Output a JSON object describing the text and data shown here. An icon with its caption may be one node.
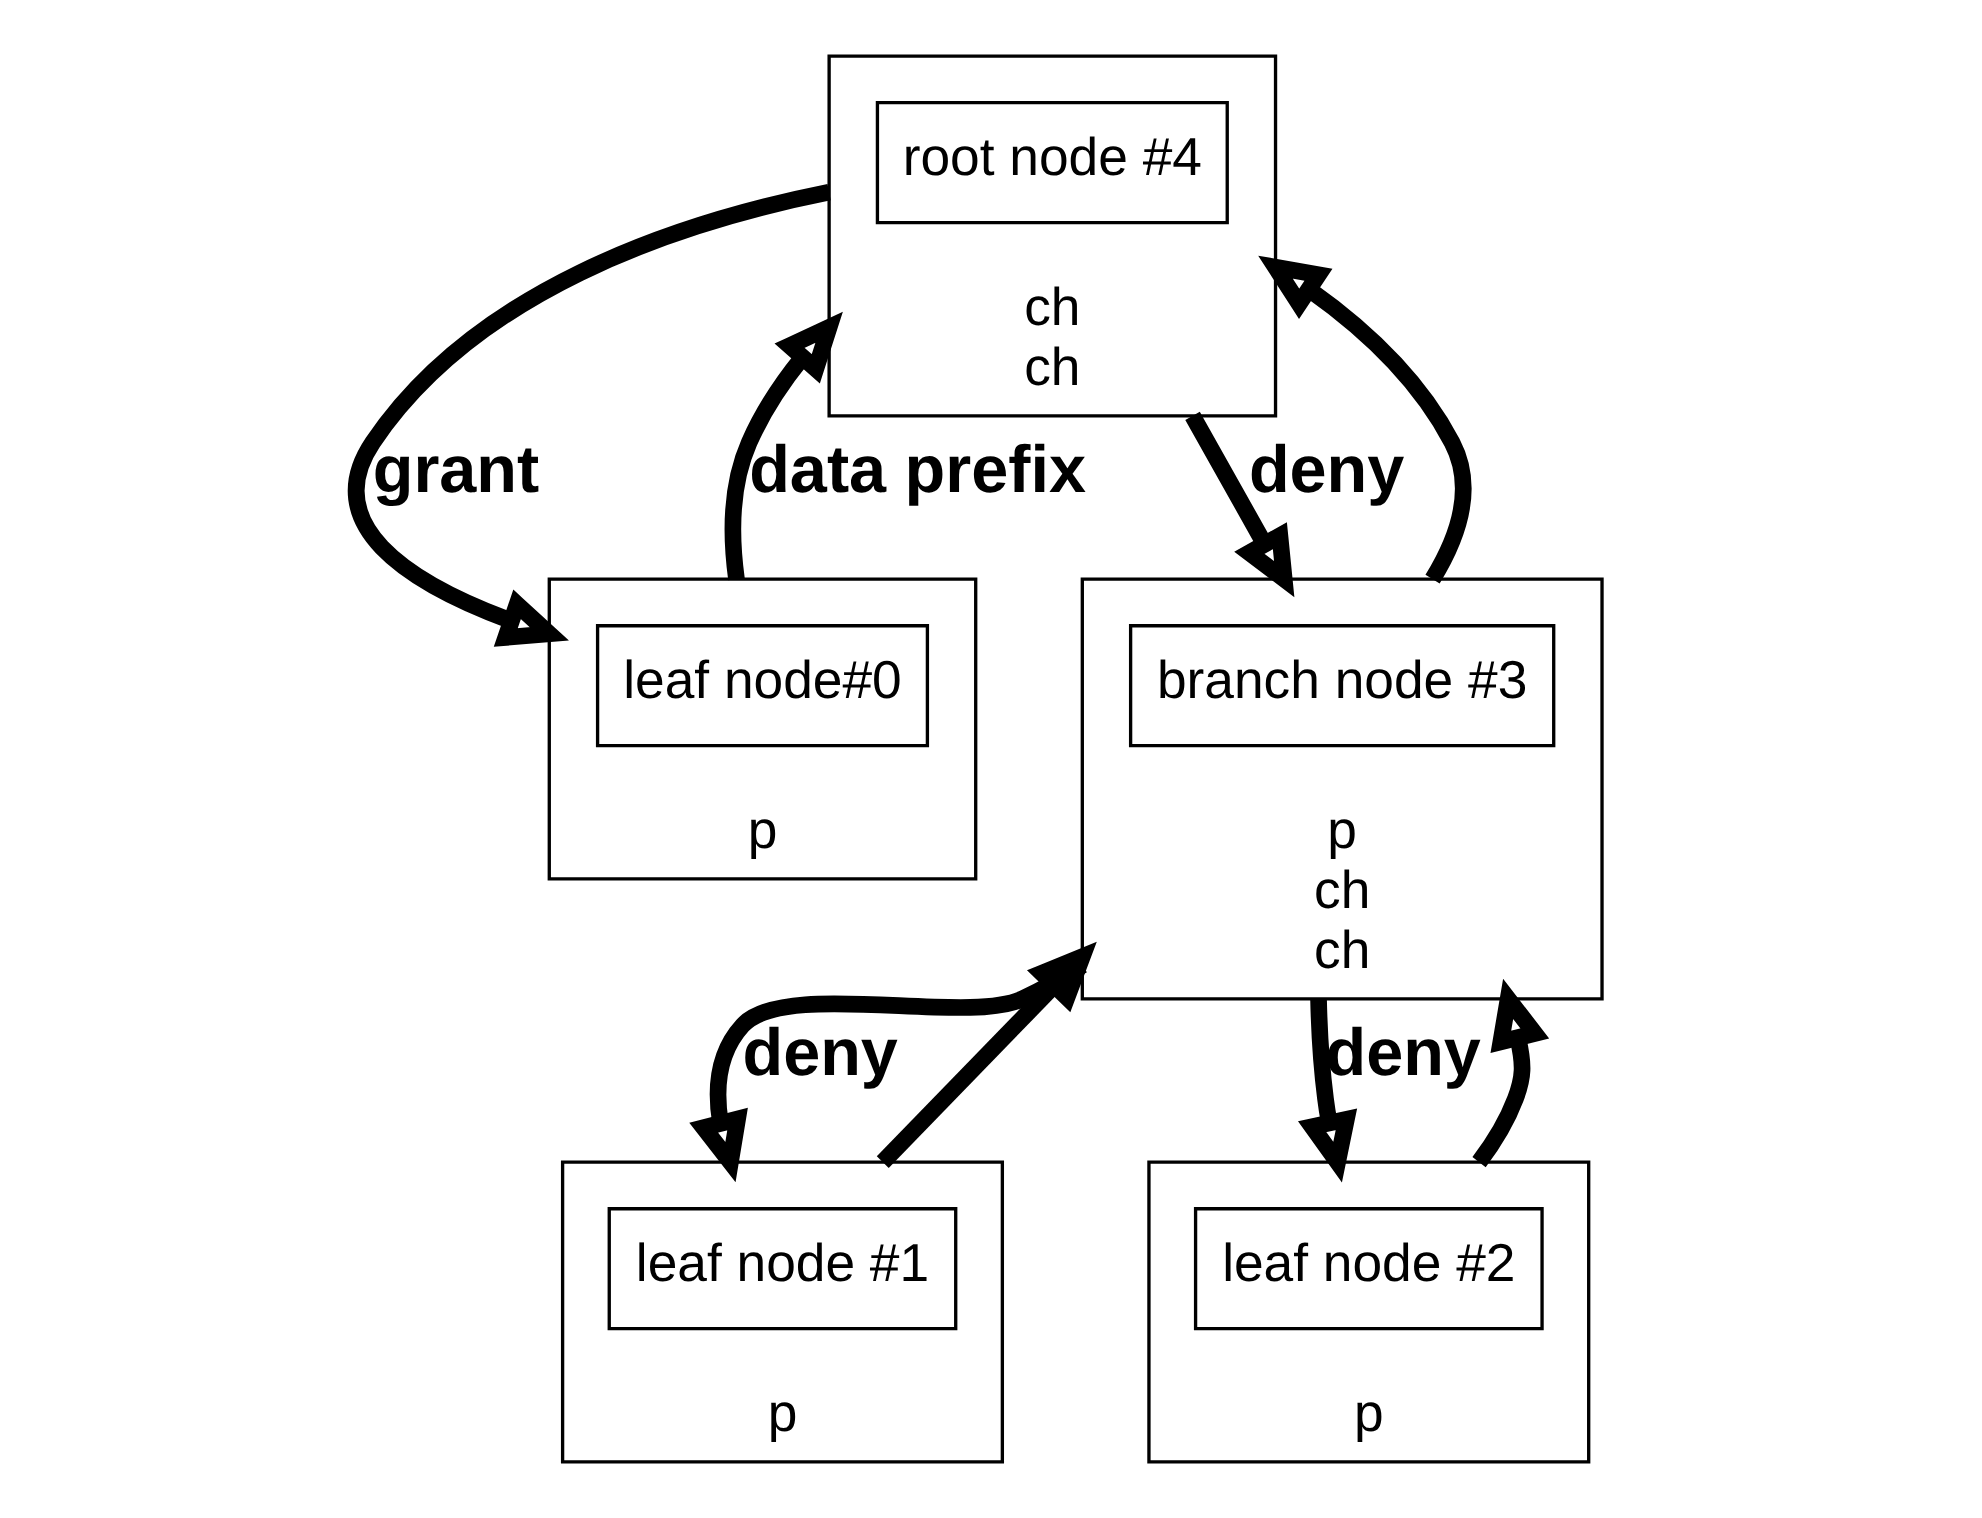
{
  "diagram": {
    "nodes": [
      {
        "text": [
          "ch",
          "ch"
        ]
      },
      {
        "text": [
          "root node #4"
        ],
        "in": 0
      },
      {
        "text": [
          "p"
        ]
      },
      {
        "text": [
          "leaf node#0"
        ],
        "in": 2
      },
      {
        "text": [
          "p",
          "ch",
          "ch"
        ]
      },
      {
        "text": [
          "branch node #3"
        ],
        "in": 4
      },
      {
        "text": [
          "p"
        ]
      },
      {
        "text": [
          "leaf node #1"
        ],
        "in": 6
      },
      {
        "text": [
          "p"
        ]
      },
      {
        "text": [
          "leaf node #2"
        ],
        "in": 8
      }
    ],
    "edges": [
      {
        "from": 0,
        "to": 2,
        "arrow": "to",
        "label": "grant"
      },
      {
        "from": 2,
        "to": 0,
        "arrow": "to",
        "label": "data prefix"
      },
      {
        "from": 0,
        "to": 4,
        "arrow": "to",
        "label": "deny"
      },
      {
        "from": 4,
        "to": 0,
        "arrow": "to"
      },
      {
        "from": 4,
        "to": 6,
        "arrow": "to",
        "label": "deny"
      },
      {
        "from": 6,
        "to": 4,
        "arrow": "to"
      },
      {
        "from": 4,
        "to": 8,
        "arrow": "to",
        "label": "deny"
      },
      {
        "from": 8,
        "to": 4,
        "arrow": "to"
      }
    ]
  }
}
